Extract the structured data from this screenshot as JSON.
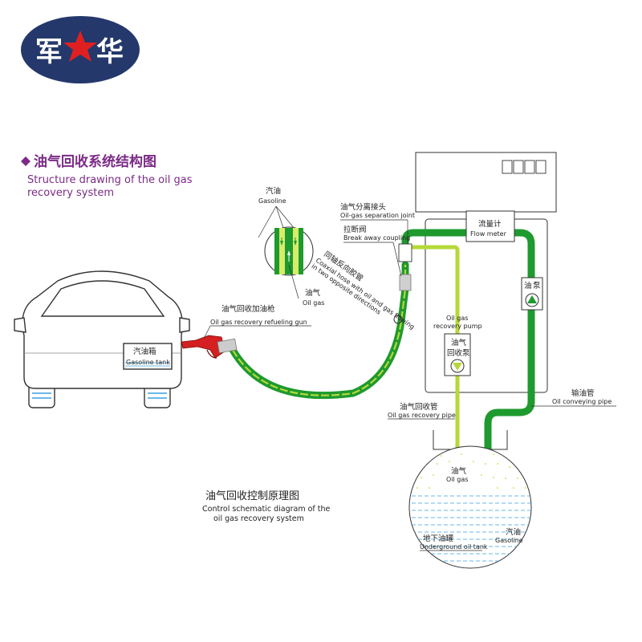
{
  "logo": {
    "left_char": "军",
    "right_char": "华"
  },
  "title": {
    "cn": "油气回收系统结构图",
    "en_line1": "Structure drawing of the oil gas",
    "en_line2": "recovery system"
  },
  "labels": {
    "gasoline_top_cn": "汽油",
    "gasoline_top_en": "Gasoline",
    "oilgas_detail_cn": "油气",
    "oilgas_detail_en": "Oil gas",
    "separation_cn": "油气分离接头",
    "separation_en": "Oil-gas separation joint",
    "breakaway_cn": "拉断阀",
    "breakaway_en": "Break away coupling",
    "coaxial_cn": "同轴反向胶管",
    "coaxial_en1": "Coaxial hose with oil and gas flowing",
    "coaxial_en2": "in two opposite directions",
    "gun_cn": "油气回收加油枪",
    "gun_en": "Oil gas recovery refueling gun",
    "tank_cn": "汽油箱",
    "tank_en": "Gasoline tank",
    "flowmeter_cn": "流量计",
    "flowmeter_en": "Flow meter",
    "pump_en1": "Oil gas",
    "pump_en2": "recovery pump",
    "pump_cn1": "油气",
    "pump_cn2": "回收泵",
    "oilpump_cn1": "油",
    "oilpump_cn2": "泵",
    "conveying_cn": "输油管",
    "conveying_en": "Oil conveying pipe",
    "recovery_pipe_cn": "油气回收管",
    "recovery_pipe_en": "Oil gas recovery pipe",
    "tank_oilgas_cn": "油气",
    "tank_oilgas_en": "Oil gas",
    "underground_cn": "地下油罐",
    "underground_en": "Underground oil tank",
    "tank_gasoline_cn": "汽油",
    "tank_gasoline_en": "Gasoline"
  },
  "bottom_caption": {
    "cn": "油气回收控制原理图",
    "en_line1": "Control schematic diagram of the",
    "en_line2": "oil gas recovery system"
  },
  "colors": {
    "dark_green": "#1e9a2e",
    "light_green": "#b6d83a",
    "logo_blue": "#24386c",
    "star_red": "#e02020",
    "title_purple": "#7b2b86",
    "water_blue": "#39a0e0"
  }
}
